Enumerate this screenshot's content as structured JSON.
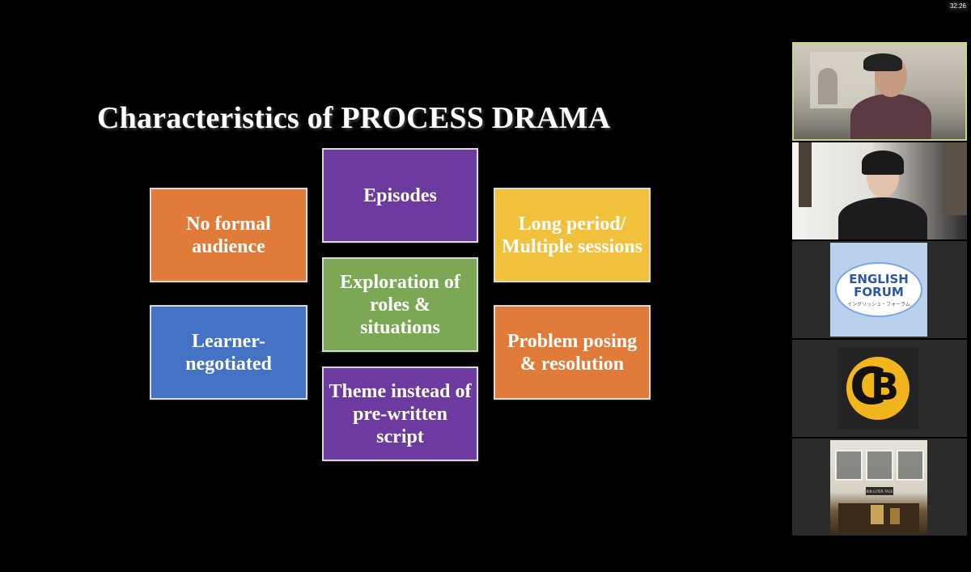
{
  "status": {
    "timer": "32:26"
  },
  "slide": {
    "title": "Characteristics of  PROCESS DRAMA",
    "boxes": [
      {
        "label": "No formal audience",
        "color": "#e07b39"
      },
      {
        "label": "Episodes",
        "color": "#6d3aa0"
      },
      {
        "label": "Long period/ Multiple sessions",
        "color": "#f2c13c"
      },
      {
        "label": "Exploration of roles & situations",
        "color": "#7ca856"
      },
      {
        "label": "Learner-negotiated",
        "color": "#4472c4"
      },
      {
        "label": "Problem posing & resolution",
        "color": "#e07b39"
      },
      {
        "label": "Theme instead of pre-written script",
        "color": "#6d3aa0"
      }
    ]
  },
  "participants": {
    "logo_english_forum": {
      "title": "ENGLISH FORUM",
      "subtitle": "イングリッシュ・フォーラム"
    },
    "logo_cb": {
      "letters": "CB"
    },
    "shop_sign": "BIN LUTER TAGS",
    "active_border_color": "#c9d86a"
  }
}
